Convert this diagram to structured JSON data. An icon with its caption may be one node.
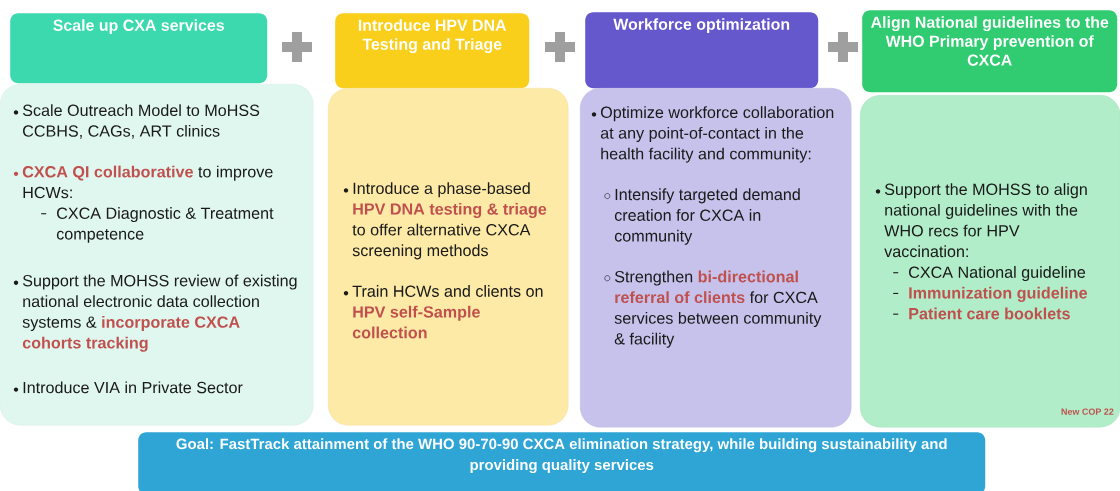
{
  "diagram": {
    "nodes": [
      {
        "text": [
          "Scale up CXA services"
        ]
      },
      {
        "text": [
          "Introduce HPV DNA Testing and Triage"
        ]
      },
      {
        "text": [
          "Workforce optimization"
        ]
      },
      {
        "text": [
          "Align National guidelines to the WHO Primary prevention of CXCA"
        ]
      },
      {
        "text": [
          "Scale Outreach Model to MoHSS CCBHS, CAGs, ART clinics",
          "**CXCA QI collaborative** to improve HCWs:",
          "CXCA Diagnostic & Treatment competence",
          "Support the MOHSS review of existing national electronic data collection systems & **incorporate CXCA cohorts tracking**",
          "Introduce VIA in Private Sector"
        ]
      },
      {
        "text": [
          "Introduce a phase-based **HPV DNA testing & triage** to offer alternative CXCA screening methods",
          "Train HCWs and clients on **HPV self-Sample collection**"
        ]
      },
      {
        "text": [
          "Optimize workforce collaboration at any point-of-contact in the health facility and community:",
          "Intensify targeted demand creation for CXCA in community",
          "Strengthen **bi-directional referral of clients** for CXCA services between community & facility"
        ]
      },
      {
        "text": [
          "Support the MOHSS to align national guidelines with the WHO recs for HPV vaccination:",
          "CXCA National guideline",
          "Immunization guideline",
          "Patient care booklets",
          "New COP 22"
        ]
      },
      {
        "text": [
          "Goal: FastTrack attainment of the WHO 90-70-90 CXCA elimination strategy, while building sustainability and providing quality services"
        ]
      }
    ],
    "edges": []
  }
}
